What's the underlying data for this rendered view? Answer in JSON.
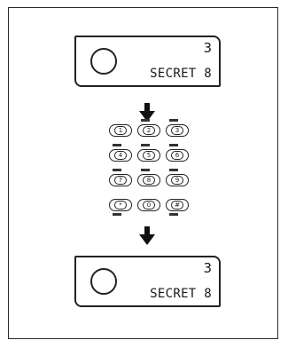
{
  "panels": [
    {
      "number": "3",
      "label": "SECRET 8"
    },
    {
      "number": "3",
      "label": "SECRET 8"
    }
  ],
  "keypad": {
    "keys": [
      "1",
      "2",
      "3",
      "4",
      "5",
      "6",
      "7",
      "8",
      "9",
      "*",
      "0",
      "#"
    ]
  },
  "colors": {
    "ink": "#222222",
    "background": "#ffffff"
  },
  "icons": [
    "down-arrow-icon",
    "knob-icon"
  ]
}
